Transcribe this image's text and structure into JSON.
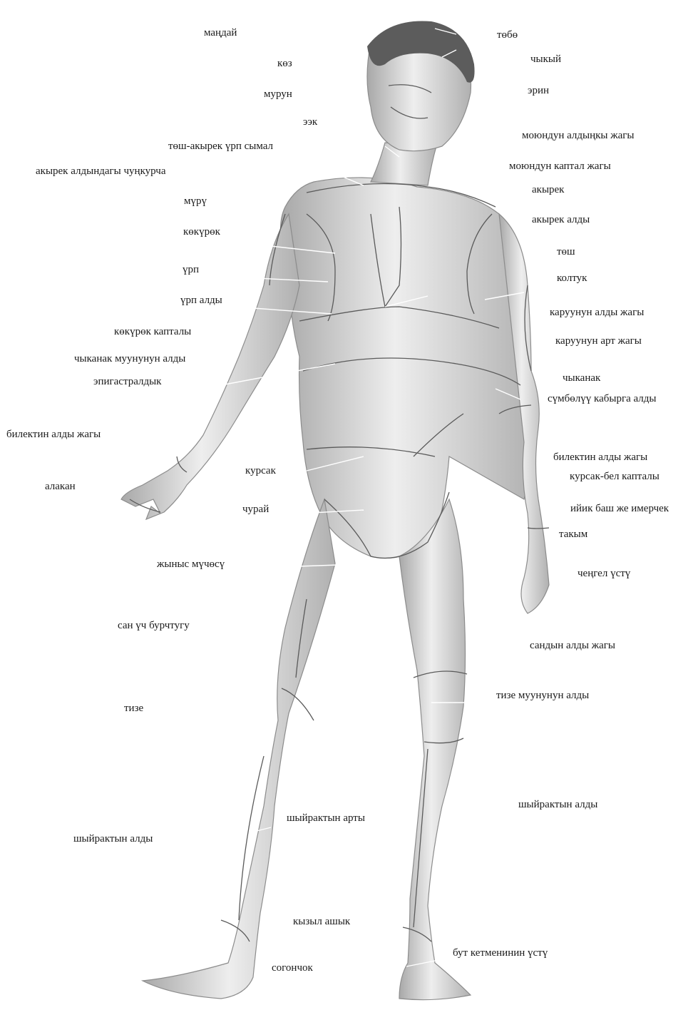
{
  "colors": {
    "skin_light": "#f0f0f0",
    "skin_mid": "#c9c9c9",
    "skin_dark": "#8a8a8a",
    "region_line": "#5a5a5a",
    "leader_line": "#ffffff",
    "hair": "#5c5c5c",
    "label_text": "#1a1a1a"
  },
  "labels": [
    {
      "id": "mandai",
      "text": "маңдай"
    },
    {
      "id": "tobo",
      "text": "төбө"
    },
    {
      "id": "koz",
      "text": "көз"
    },
    {
      "id": "chykyi",
      "text": "чыкый"
    },
    {
      "id": "murun",
      "text": "мурун"
    },
    {
      "id": "erin",
      "text": "эрин"
    },
    {
      "id": "eek",
      "text": "ээк"
    },
    {
      "id": "moiun-aldyngky",
      "text": "моюндун алдыңкы жагы"
    },
    {
      "id": "tosh-akyrek-urp",
      "text": "төш-акырек үрп сымал"
    },
    {
      "id": "moiun-kaptal",
      "text": "моюндун каптал жагы"
    },
    {
      "id": "akyrek-aldyndagy",
      "text": "акырек алдындагы чуңкурча"
    },
    {
      "id": "akyrek",
      "text": "акырек"
    },
    {
      "id": "muru",
      "text": "мүрү"
    },
    {
      "id": "akyrek-aldy",
      "text": "акырек алды"
    },
    {
      "id": "kokurok",
      "text": "көкүрөк"
    },
    {
      "id": "tosh",
      "text": "төш"
    },
    {
      "id": "urp",
      "text": "үрп"
    },
    {
      "id": "koltuk",
      "text": "колтук"
    },
    {
      "id": "urp-aldy",
      "text": "үрп алды"
    },
    {
      "id": "karuu-aldy",
      "text": "каруунун алды жагы"
    },
    {
      "id": "kokurok-kaptaly",
      "text": "көкүрөк капталы"
    },
    {
      "id": "karuu-art",
      "text": "каруунун арт жагы"
    },
    {
      "id": "chykanak-muun",
      "text": "чыканак муунунун алды"
    },
    {
      "id": "chykanak",
      "text": "чыканак"
    },
    {
      "id": "epigastral",
      "text": "эпигастралдык"
    },
    {
      "id": "sumbolu",
      "text": "сүмбөлүү кабырга алды"
    },
    {
      "id": "bilek-left",
      "text": "билектин алды жагы"
    },
    {
      "id": "bilek-right",
      "text": "билектин алды жагы"
    },
    {
      "id": "kursak",
      "text": "курсак"
    },
    {
      "id": "kursak-bel",
      "text": "курсак-бел капталы"
    },
    {
      "id": "alakan",
      "text": "алакан"
    },
    {
      "id": "churai",
      "text": "чурай"
    },
    {
      "id": "iiyk-bash",
      "text": "ийик баш же имерчек"
    },
    {
      "id": "takym",
      "text": "такым"
    },
    {
      "id": "jynys",
      "text": "жыныс мүчөсү"
    },
    {
      "id": "chengel",
      "text": "чеңгел үстү"
    },
    {
      "id": "san-uch",
      "text": "сан үч бурчтугу"
    },
    {
      "id": "san-aldy",
      "text": "сандын алды жагы"
    },
    {
      "id": "tize",
      "text": "тизе"
    },
    {
      "id": "tize-muun",
      "text": "тизе муунунун алды"
    },
    {
      "id": "shyirak-aldy-right",
      "text": "шыйрактын алды"
    },
    {
      "id": "shyirak-arty",
      "text": "шыйрактын арты"
    },
    {
      "id": "shyirak-aldy-left",
      "text": "шыйрактын алды"
    },
    {
      "id": "kyzyl-ashyk",
      "text": "кызыл ашык"
    },
    {
      "id": "but-ketmen",
      "text": "бут кетменинин үстү"
    },
    {
      "id": "sogonchok",
      "text": "согончок"
    }
  ]
}
